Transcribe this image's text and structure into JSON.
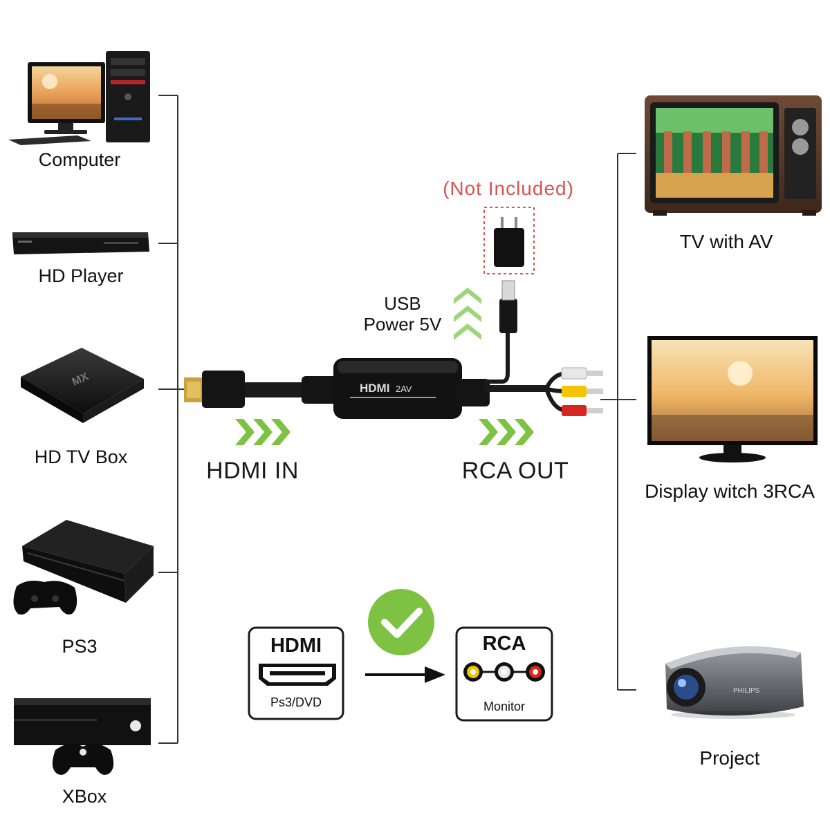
{
  "title": "",
  "sources": [
    {
      "label": "Computer",
      "icon": "computer-icon"
    },
    {
      "label": "HD Player",
      "icon": "dvd-player-icon"
    },
    {
      "label": "HD TV Box",
      "icon": "tv-box-icon"
    },
    {
      "label": "PS3",
      "icon": "ps3-console-icon"
    },
    {
      "label": "XBox",
      "icon": "xbox-console-icon"
    }
  ],
  "outputs": [
    {
      "label": "TV with AV",
      "icon": "retro-tv-icon"
    },
    {
      "label": "Display witch 3RCA",
      "icon": "monitor-icon"
    },
    {
      "label": "Project",
      "icon": "projector-icon"
    }
  ],
  "converter": {
    "brand_text": "HDMI",
    "model_text": "2AV",
    "hdmi_in_label": "HDMI IN",
    "rca_out_label": "RCA OUT",
    "usb_label_line1": "USB",
    "usb_label_line2": "Power 5V",
    "adapter_note": "(Not Included)"
  },
  "flow": {
    "from_title": "HDMI",
    "from_sub": "Ps3/DVD",
    "to_title": "RCA",
    "to_sub": "Monitor"
  },
  "colors": {
    "arrow_green": "#7dc242",
    "check_green": "#7dc242",
    "note_red": "#d9534f",
    "rca_white": "#e8e8e8",
    "rca_yellow": "#f5c400",
    "rca_red": "#d7261e",
    "device_black": "#161616"
  }
}
